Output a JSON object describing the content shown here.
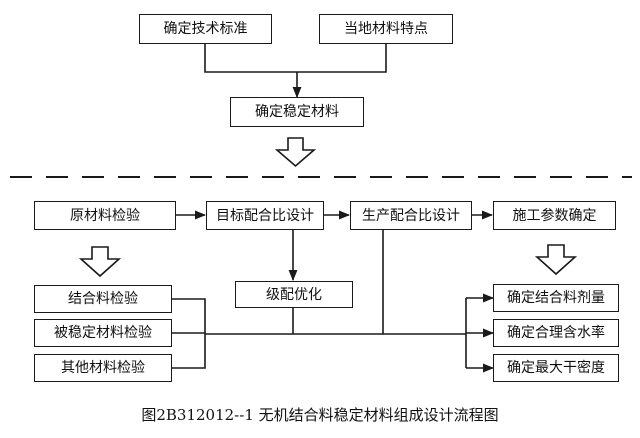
{
  "top": {
    "technical_standard": "确定技术标准",
    "local_materials": "当地材料特点",
    "stabilized_material": "确定稳定材料"
  },
  "process": {
    "raw_material_test": "原材料检验",
    "target_mix_design": "目标配合比设计",
    "production_mix_design": "生产配合比设计",
    "construction_params": "施工参数确定"
  },
  "tests": {
    "binder_test": "结合料检验",
    "stabilized_material_test": "被稳定材料检验",
    "other_material_test": "其他材料检验"
  },
  "gradation": "级配优化",
  "results": {
    "binder_dosage": "确定结合料剂量",
    "optimal_moisture": "确定合理含水率",
    "max_dry_density": "确定最大干密度"
  },
  "caption": "图2B312012--1    无机结合料稳定材料组成设计流程图",
  "colors": {
    "line": "#1a1a1a",
    "background": "#ffffff"
  }
}
